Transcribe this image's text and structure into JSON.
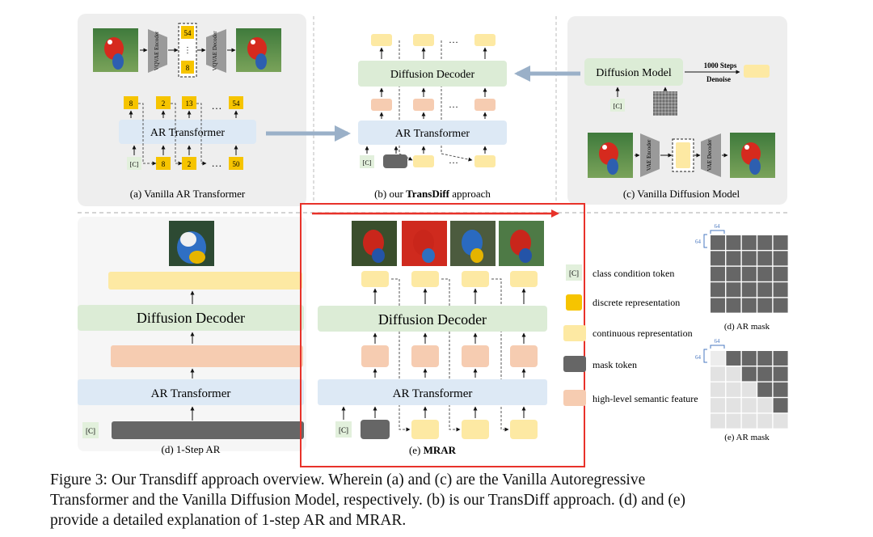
{
  "colors": {
    "panel_bg": "#eeeeee",
    "yellow_discrete": "#f6c400",
    "yellow_continuous": "#fde9a3",
    "salmon_feature": "#f6ccb1",
    "green_decoder": "#dcecd6",
    "blue_transformer": "#dde9f5",
    "mask_gray": "#666666",
    "condition_green": "#e2f0dc",
    "red_highlight": "#e8322a",
    "arrow_blue": "#9ab0c8",
    "mask_tick_blue": "#4a78c0"
  },
  "panel_a": {
    "caption": "(a) Vanilla AR Transformer",
    "encoder_label": "VQVAE Encoder",
    "decoder_label": "VQVAE Decoder",
    "code_tokens": [
      "54",
      "⋮",
      "8"
    ],
    "top_tokens": [
      "8",
      "2",
      "13",
      "54"
    ],
    "bottom_tokens": [
      "8",
      "2",
      "50"
    ],
    "ellipsis": "…",
    "transformer": "AR Transformer",
    "cond": "[C]"
  },
  "panel_b": {
    "caption_prefix": "(b) our ",
    "caption_bold": "TransDiff",
    "caption_suffix": " approach",
    "decoder": "Diffusion Decoder",
    "transformer": "AR Transformer",
    "cond": "[C]",
    "ellipsis": "…"
  },
  "panel_c": {
    "caption": "(c) Vanilla Diffusion Model",
    "model": "Diffusion Model",
    "steps_line1": "1000 Steps",
    "steps_line2": "Denoise",
    "cond": "[C]",
    "encoder_label": "VAE Encoder",
    "decoder_label": "VAE Decoder"
  },
  "panel_d": {
    "caption": "(d) 1-Step AR",
    "decoder": "Diffusion Decoder",
    "transformer": "AR Transformer",
    "cond": "[C]"
  },
  "panel_e": {
    "caption_prefix": "(e) ",
    "caption_bold": "MRAR",
    "decoder": "Diffusion Decoder",
    "transformer": "AR Transformer",
    "cond": "[C]"
  },
  "legend": {
    "cond_chip": "[C]",
    "items": [
      "class condition token",
      "discrete representation",
      "continuous representation",
      "mask token",
      "high-level semantic feature"
    ]
  },
  "masks": {
    "size_label": "64",
    "mask_d_caption": "(d) AR mask",
    "mask_e_caption": "(e) AR mask"
  },
  "caption": {
    "line1": "Figure 3: Our Transdiff approach overview.  Wherein (a) and (c) are the Vanilla Autoregressive",
    "line2": "Transformer and the Vanilla Diffusion Model, respectively. (b) is our TransDiff approach. (d) and (e)",
    "line3": "provide a detailed explanation of 1-step AR and MRAR."
  }
}
